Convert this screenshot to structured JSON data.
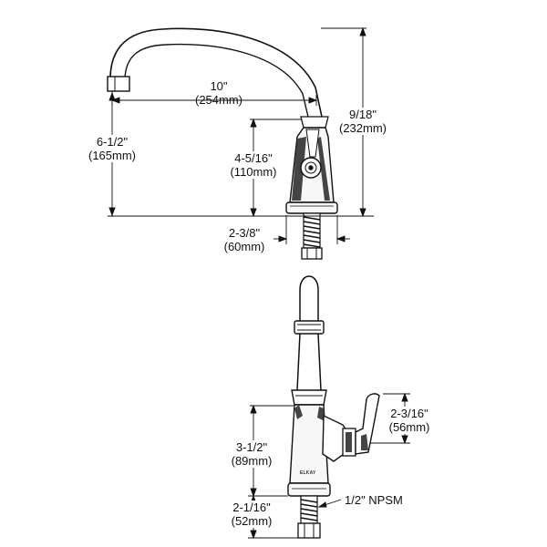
{
  "colors": {
    "line": "#111111",
    "body_fill": "#f7f7f7",
    "shade": "#444444",
    "background": "#ffffff"
  },
  "side_view": {
    "spout_reach": {
      "imperial": "10\"",
      "metric": "(254mm)"
    },
    "spout_outlet_height": {
      "imperial": "6-1/2\"",
      "metric": "(165mm)"
    },
    "overall_height": {
      "imperial": "9/18\"",
      "metric": "(232mm)"
    },
    "body_height": {
      "imperial": "4-5/16\"",
      "metric": "(110mm)"
    },
    "base_width": {
      "imperial": "2-3/8\"",
      "metric": "(60mm)"
    }
  },
  "front_view": {
    "handle_height": {
      "imperial": "2-3/16\"",
      "metric": "(56mm)"
    },
    "body_height": {
      "imperial": "3-1/2\"",
      "metric": "(89mm)"
    },
    "shank_length": {
      "imperial": "2-1/16\"",
      "metric": "(52mm)"
    },
    "shank_thread": "1/2\" NPSM",
    "brand_mark": "ELKAY"
  }
}
